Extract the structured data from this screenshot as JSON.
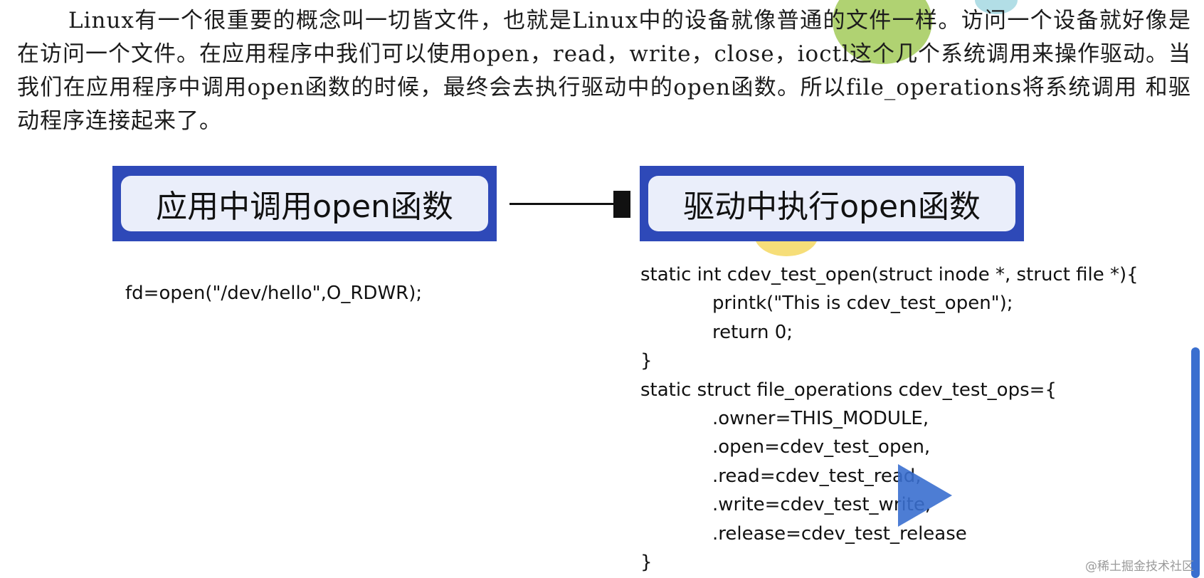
{
  "intro_text": "Linux有一个很重要的概念叫一切皆文件，也就是Linux中的设备就像普通的文件一样。访问一个设备就好像是在访问一个文件。在应用程序中我们可以使用open，read，write，close，ioctl这个几个系统调用来操作驱动。当我们在应用程序中调用open函数的时候，最终会去执行驱动中的open函数。所以file_operations将系统调用 和驱动程序连接起来了。",
  "diagram": {
    "app_box_label": "应用中调用open函数",
    "driver_box_label": "驱动中执行open函数",
    "box_color": "#2e49b8"
  },
  "app_code": "fd=open(\"/dev/hello\",O_RDWR);",
  "driver_code": [
    {
      "text": "static int cdev_test_open(struct inode *, struct file *){",
      "indent": false
    },
    {
      "text": "printk(\"This is cdev_test_open\");",
      "indent": true
    },
    {
      "text": "return 0;",
      "indent": true
    },
    {
      "text": "}",
      "indent": false
    },
    {
      "text": "static struct file_operations cdev_test_ops={",
      "indent": false
    },
    {
      "text": ".owner=THIS_MODULE,",
      "indent": true
    },
    {
      "text": ".open=cdev_test_open,",
      "indent": true
    },
    {
      "text": ".read=cdev_test_read,",
      "indent": true
    },
    {
      "text": ".write=cdev_test_write,",
      "indent": true
    },
    {
      "text": ".release=cdev_test_release",
      "indent": true
    },
    {
      "text": "}",
      "indent": false
    }
  ],
  "watermark": "@稀土掘金技术社区"
}
